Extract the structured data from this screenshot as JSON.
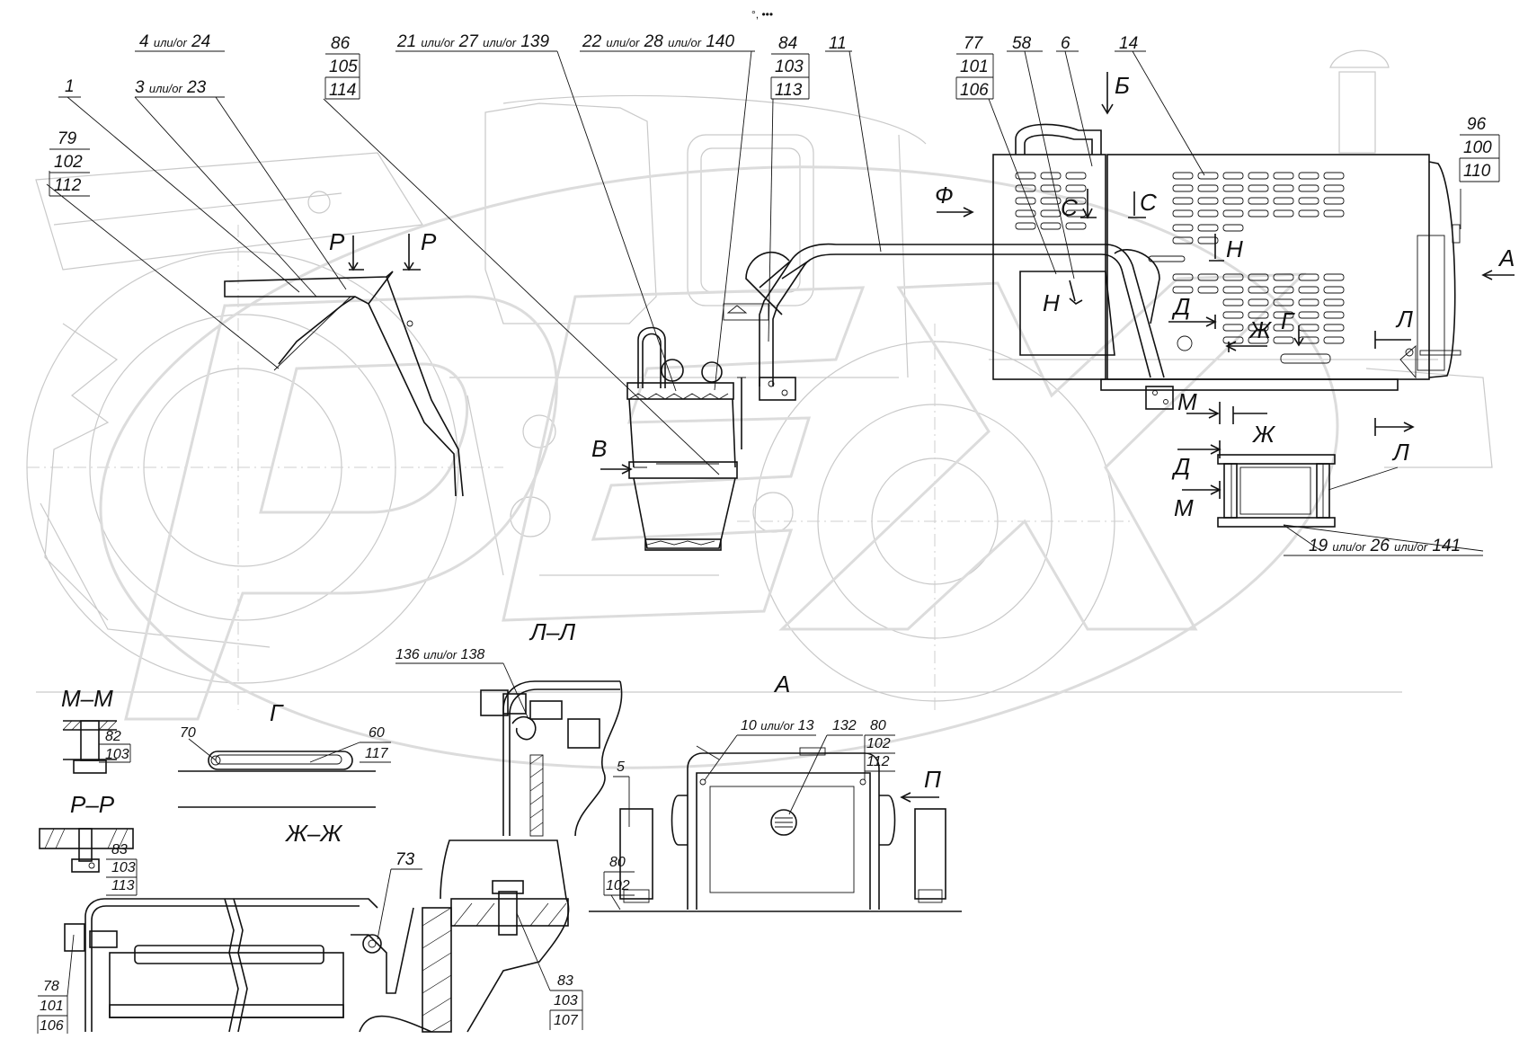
{
  "top_marker": "°, •••",
  "callouts": {
    "c1": "1",
    "c4_24": [
      "4 ",
      "или/or",
      " 24"
    ],
    "c3_23": [
      "3 ",
      "или/or",
      " 23"
    ],
    "c79": [
      "79",
      "102",
      "112"
    ],
    "c86": [
      "86",
      "105",
      "114"
    ],
    "c21": [
      "21 ",
      "или/or",
      " 27 ",
      "или/or",
      " 139"
    ],
    "c22": [
      "22 ",
      "или/or",
      " 28 ",
      "или/or",
      " 140"
    ],
    "c84": [
      "84",
      "103",
      "113"
    ],
    "c11": "11",
    "c77": [
      "77",
      "101",
      "106"
    ],
    "c58": "58",
    "c6": "6",
    "c14": "14",
    "c96": [
      "96",
      "100",
      "110"
    ],
    "c19": [
      "19 ",
      "или/or",
      " 26 ",
      "или/or",
      " 141"
    ],
    "c136": [
      "136 ",
      "или/or",
      " 138"
    ],
    "c82": [
      "82",
      "103"
    ],
    "c83a": [
      "83",
      "103",
      "113"
    ],
    "c70": "70",
    "c60": [
      "60",
      "117"
    ],
    "c73": "73",
    "c78": [
      "78",
      "101",
      "106"
    ],
    "c83b": [
      "83",
      "103",
      "107"
    ],
    "c10_13": [
      "10 ",
      "или/or",
      " 13"
    ],
    "c132": "132",
    "c80a": [
      "80",
      "102",
      "112"
    ],
    "c5": "5",
    "c80b": [
      "80",
      "102"
    ]
  },
  "view_letters": {
    "P": "Р",
    "B": "Б",
    "F": "Ф",
    "C": "С",
    "N": "Н",
    "A": "А",
    "D": "Д",
    "ZH": "Ж",
    "G": "Г",
    "L": "Л",
    "M": "М",
    "V": "В",
    "PI": "П"
  },
  "section_titles": {
    "LL": "Л–Л",
    "MM": "М–М",
    "PP": "Р–Р",
    "G": "Г",
    "ZHZH": "Ж–Ж",
    "A": "А"
  },
  "watermark": "РЕХ",
  "colors": {
    "line": "#111111",
    "background_lines": "#c9c9c9",
    "watermark": "#dcdcdc"
  }
}
